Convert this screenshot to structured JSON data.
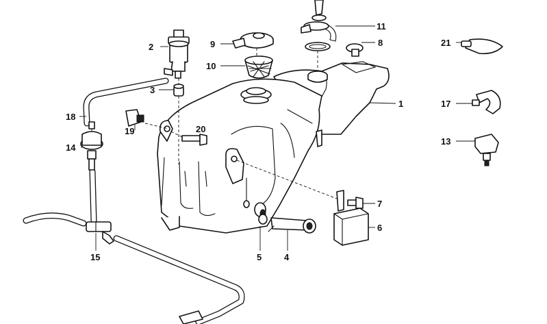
{
  "diagram": {
    "callouts": [
      {
        "id": "1",
        "label": "1"
      },
      {
        "id": "2",
        "label": "2"
      },
      {
        "id": "3",
        "label": "3"
      },
      {
        "id": "4",
        "label": "4"
      },
      {
        "id": "5",
        "label": "5"
      },
      {
        "id": "6",
        "label": "6"
      },
      {
        "id": "7",
        "label": "7"
      },
      {
        "id": "8",
        "label": "8"
      },
      {
        "id": "9",
        "label": "9"
      },
      {
        "id": "10",
        "label": "10"
      },
      {
        "id": "11",
        "label": "11"
      },
      {
        "id": "13",
        "label": "13"
      },
      {
        "id": "14",
        "label": "14"
      },
      {
        "id": "15",
        "label": "15"
      },
      {
        "id": "17",
        "label": "17"
      },
      {
        "id": "18",
        "label": "18"
      },
      {
        "id": "19",
        "label": "19"
      },
      {
        "id": "20",
        "label": "20"
      },
      {
        "id": "21",
        "label": "21"
      }
    ]
  }
}
